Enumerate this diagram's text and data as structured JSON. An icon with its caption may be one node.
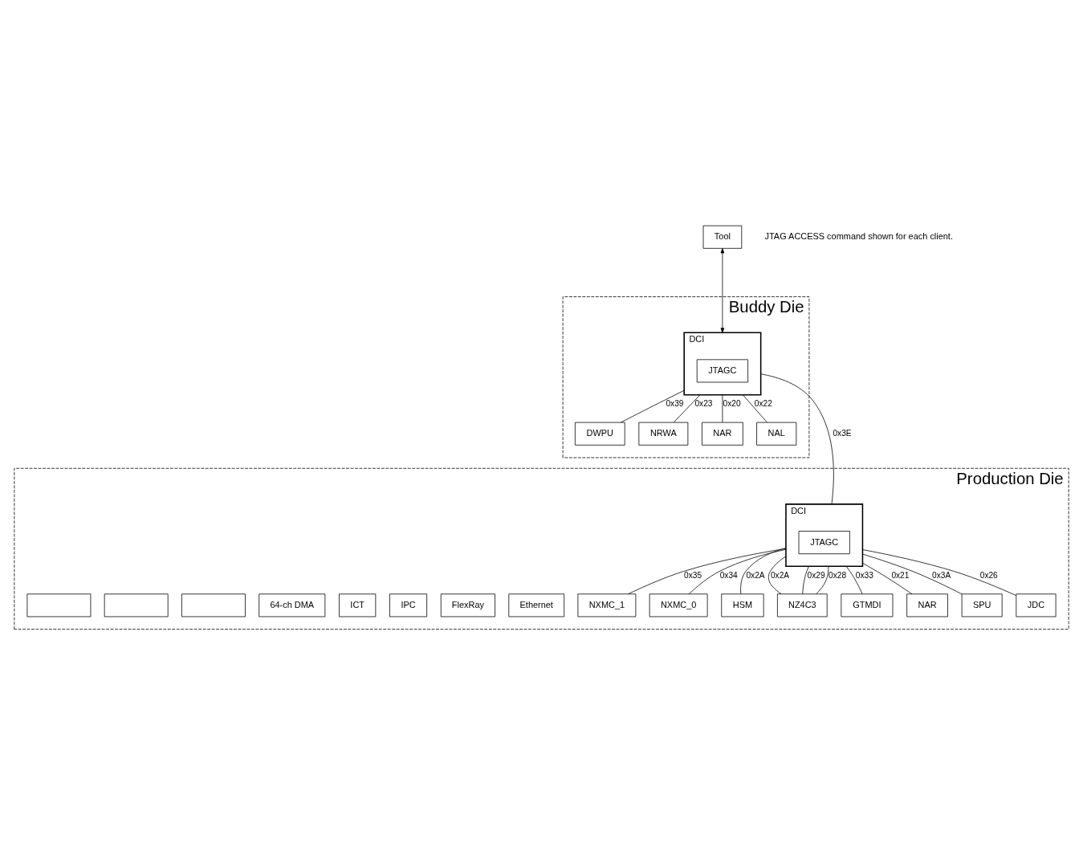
{
  "diagram": {
    "nodes": [
      {
        "text": [
          "Tool"
        ]
      },
      {
        "text": [
          "Buddy Die"
        ]
      },
      {
        "text": [
          "DCI"
        ],
        "in": 1
      },
      {
        "text": [
          "JTAGC"
        ],
        "in": 2
      },
      {
        "text": [
          "DWPU"
        ],
        "in": 1
      },
      {
        "text": [
          "NRWA"
        ],
        "in": 1
      },
      {
        "text": [
          "NAR"
        ],
        "in": 1
      },
      {
        "text": [
          "NAL"
        ],
        "in": 1
      },
      {
        "text": [
          "Production Die"
        ]
      },
      {
        "text": [
          "DCI"
        ],
        "in": 8
      },
      {
        "text": [
          "JTAGC"
        ],
        "in": 9
      },
      {
        "text": [
          "NXMC_1"
        ],
        "in": 8
      },
      {
        "text": [
          "Ethernet"
        ],
        "in": 8
      },
      {
        "text": [
          "FlexRay"
        ],
        "in": 8
      },
      {
        "text": [
          "IPC"
        ],
        "in": 8
      },
      {
        "text": [
          "NXMC_0"
        ],
        "in": 8
      },
      {
        "text": [
          "ICT"
        ],
        "in": 8
      },
      {
        "text": [
          "64-ch DMA"
        ],
        "in": 8
      },
      {
        "text": [
          "HSM"
        ],
        "in": 8
      },
      {
        "text": [
          "NZ4C3"
        ],
        "in": 8
      },
      {
        "text": [],
        "shape": "box",
        "in": 8
      },
      {
        "text": [],
        "shape": "box",
        "in": 8
      },
      {
        "text": [],
        "shape": "box",
        "in": 8
      },
      {
        "text": [
          "GTMDI"
        ],
        "in": 8
      },
      {
        "text": [
          "NAR"
        ],
        "in": 8
      },
      {
        "text": [
          "SPU"
        ],
        "in": 8
      },
      {
        "text": [
          "JDC"
        ],
        "in": 8
      }
    ],
    "edges": [
      {
        "from": 0,
        "to": 2,
        "arrow": "both"
      },
      {
        "from": 2,
        "to": 4,
        "label": "0x39",
        "arrow": "none"
      },
      {
        "from": 2,
        "to": 5,
        "label": "0x23",
        "arrow": "none"
      },
      {
        "from": 2,
        "to": 6,
        "label": "0x20",
        "arrow": "none"
      },
      {
        "from": 2,
        "to": 7,
        "label": "0x22",
        "arrow": "none"
      },
      {
        "from": 2,
        "to": 9,
        "label": "0x3E",
        "arrow": "none"
      },
      {
        "from": 9,
        "to": 11,
        "label": "0x35",
        "arrow": "none"
      },
      {
        "from": 9,
        "to": 15,
        "label": "0x34",
        "arrow": "none"
      },
      {
        "from": 9,
        "to": 18,
        "label": "0x2A",
        "arrow": "none"
      },
      {
        "from": 9,
        "to": 19,
        "label": "0x2A",
        "arrow": "none"
      },
      {
        "from": 9,
        "to": 19,
        "label": "0x29",
        "arrow": "none"
      },
      {
        "from": 9,
        "to": 19,
        "label": "0x28",
        "arrow": "none"
      },
      {
        "from": 9,
        "to": 25,
        "label": "0x3A",
        "arrow": "none"
      },
      {
        "from": 9,
        "to": 23,
        "label": "0x33",
        "arrow": "none"
      },
      {
        "from": 9,
        "to": 26,
        "label": "0x26",
        "arrow": "none"
      },
      {
        "from": 9,
        "to": 24,
        "label": "0x21",
        "arrow": "none"
      }
    ],
    "labels": [
      "JTAG ACCESS command shown for each client."
    ]
  }
}
